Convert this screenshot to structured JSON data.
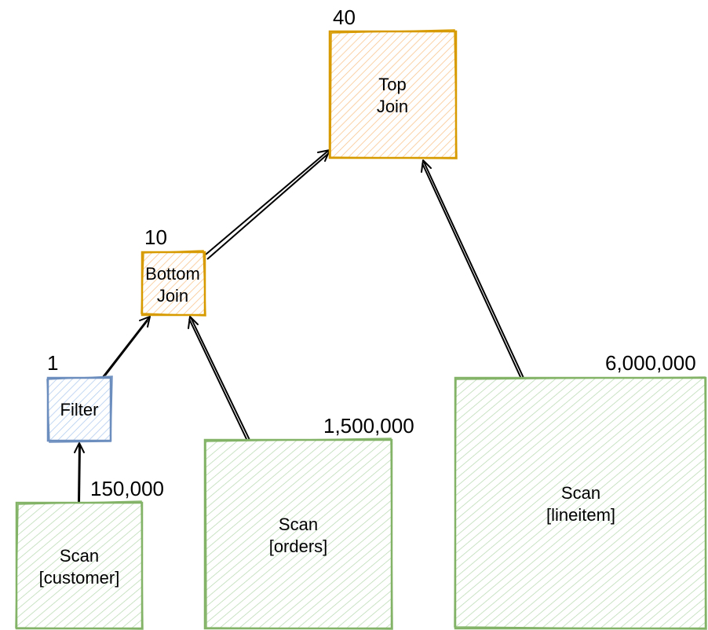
{
  "colors": {
    "join_stroke": "#d79b00",
    "join_fill": "#ffe6cc",
    "filter_stroke": "#6c8ebf",
    "filter_fill": "#dae8fc",
    "scan_stroke": "#82b366",
    "scan_fill": "#d5e8d4"
  },
  "nodes": {
    "top_join": {
      "line1": "Top",
      "line2": "Join",
      "count": "40",
      "kind": "join"
    },
    "bottom_join": {
      "line1": "Bottom",
      "line2": "Join",
      "count": "10",
      "kind": "join"
    },
    "filter": {
      "line1": "Filter",
      "count": "1",
      "kind": "filter"
    },
    "scan_customer": {
      "line1": "Scan",
      "line2": "[customer]",
      "count": "150,000",
      "kind": "scan"
    },
    "scan_orders": {
      "line1": "Scan",
      "line2": "[orders]",
      "count": "1,500,000",
      "kind": "scan"
    },
    "scan_lineitem": {
      "line1": "Scan",
      "line2": "[lineitem]",
      "count": "6,000,000",
      "kind": "scan"
    }
  },
  "edges": [
    {
      "from": "scan_customer",
      "to": "filter"
    },
    {
      "from": "filter",
      "to": "bottom_join"
    },
    {
      "from": "scan_orders",
      "to": "bottom_join"
    },
    {
      "from": "bottom_join",
      "to": "top_join"
    },
    {
      "from": "scan_lineitem",
      "to": "top_join"
    }
  ]
}
